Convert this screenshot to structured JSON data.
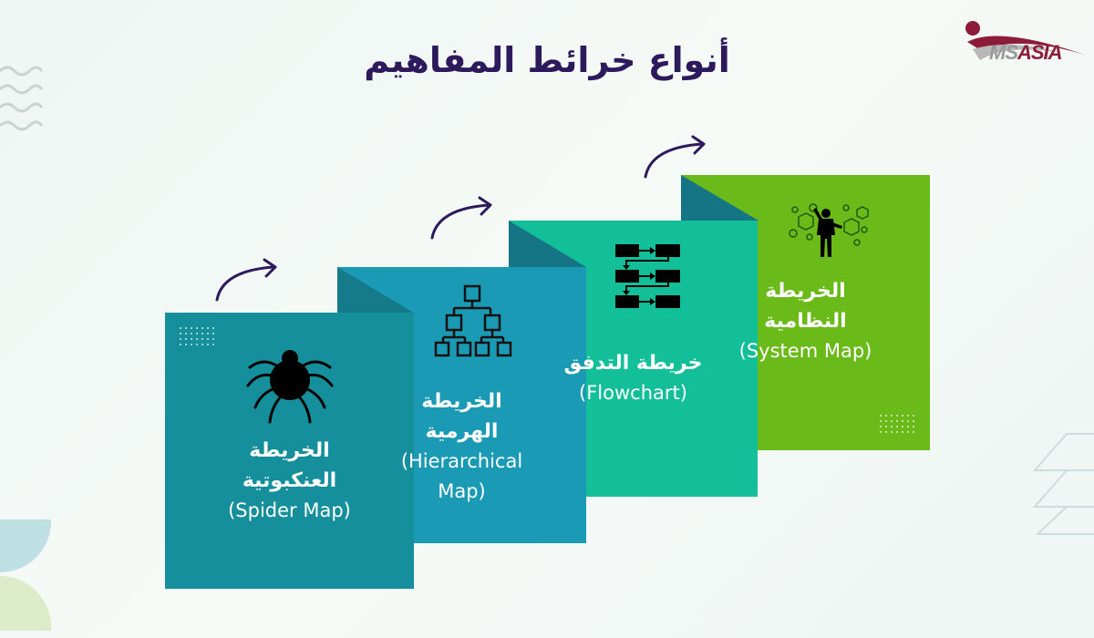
{
  "title": "أنواع خرائط المفاهيم",
  "logo": {
    "prefix": "MS",
    "suffix": "ASIA",
    "icon": "person-swoosh-logo-icon"
  },
  "colors": {
    "title": "#2c1a5c",
    "arrow": "#2c1a5c",
    "spider_panel": "#168f9c",
    "hierarchical_panel": "#1a9ab5",
    "flowchart_panel": "#12bf98",
    "system_panel": "#6aba1a",
    "fold_shadow": "#147585",
    "logo_red": "#8c1c3a"
  },
  "steps": [
    {
      "icon": "spider-icon",
      "ar_line1": "الخريطة",
      "ar_line2": "العنكبوتية",
      "en": "(Spider Map)"
    },
    {
      "icon": "hierarchy-tree-icon",
      "ar_line1": "الخريطة",
      "ar_line2": "الهرمية",
      "en_line1": "(Hierarchical",
      "en_line2": "Map)"
    },
    {
      "icon": "flowchart-icon",
      "ar_line1": "خريطة التدفق",
      "en": "(Flowchart)"
    },
    {
      "icon": "person-network-icon",
      "ar_line1": "الخريطة",
      "ar_line2": "النظامية",
      "en": "(System Map)"
    }
  ],
  "connectors": [
    "curved-arrow-icon",
    "curved-arrow-icon",
    "curved-arrow-icon"
  ]
}
